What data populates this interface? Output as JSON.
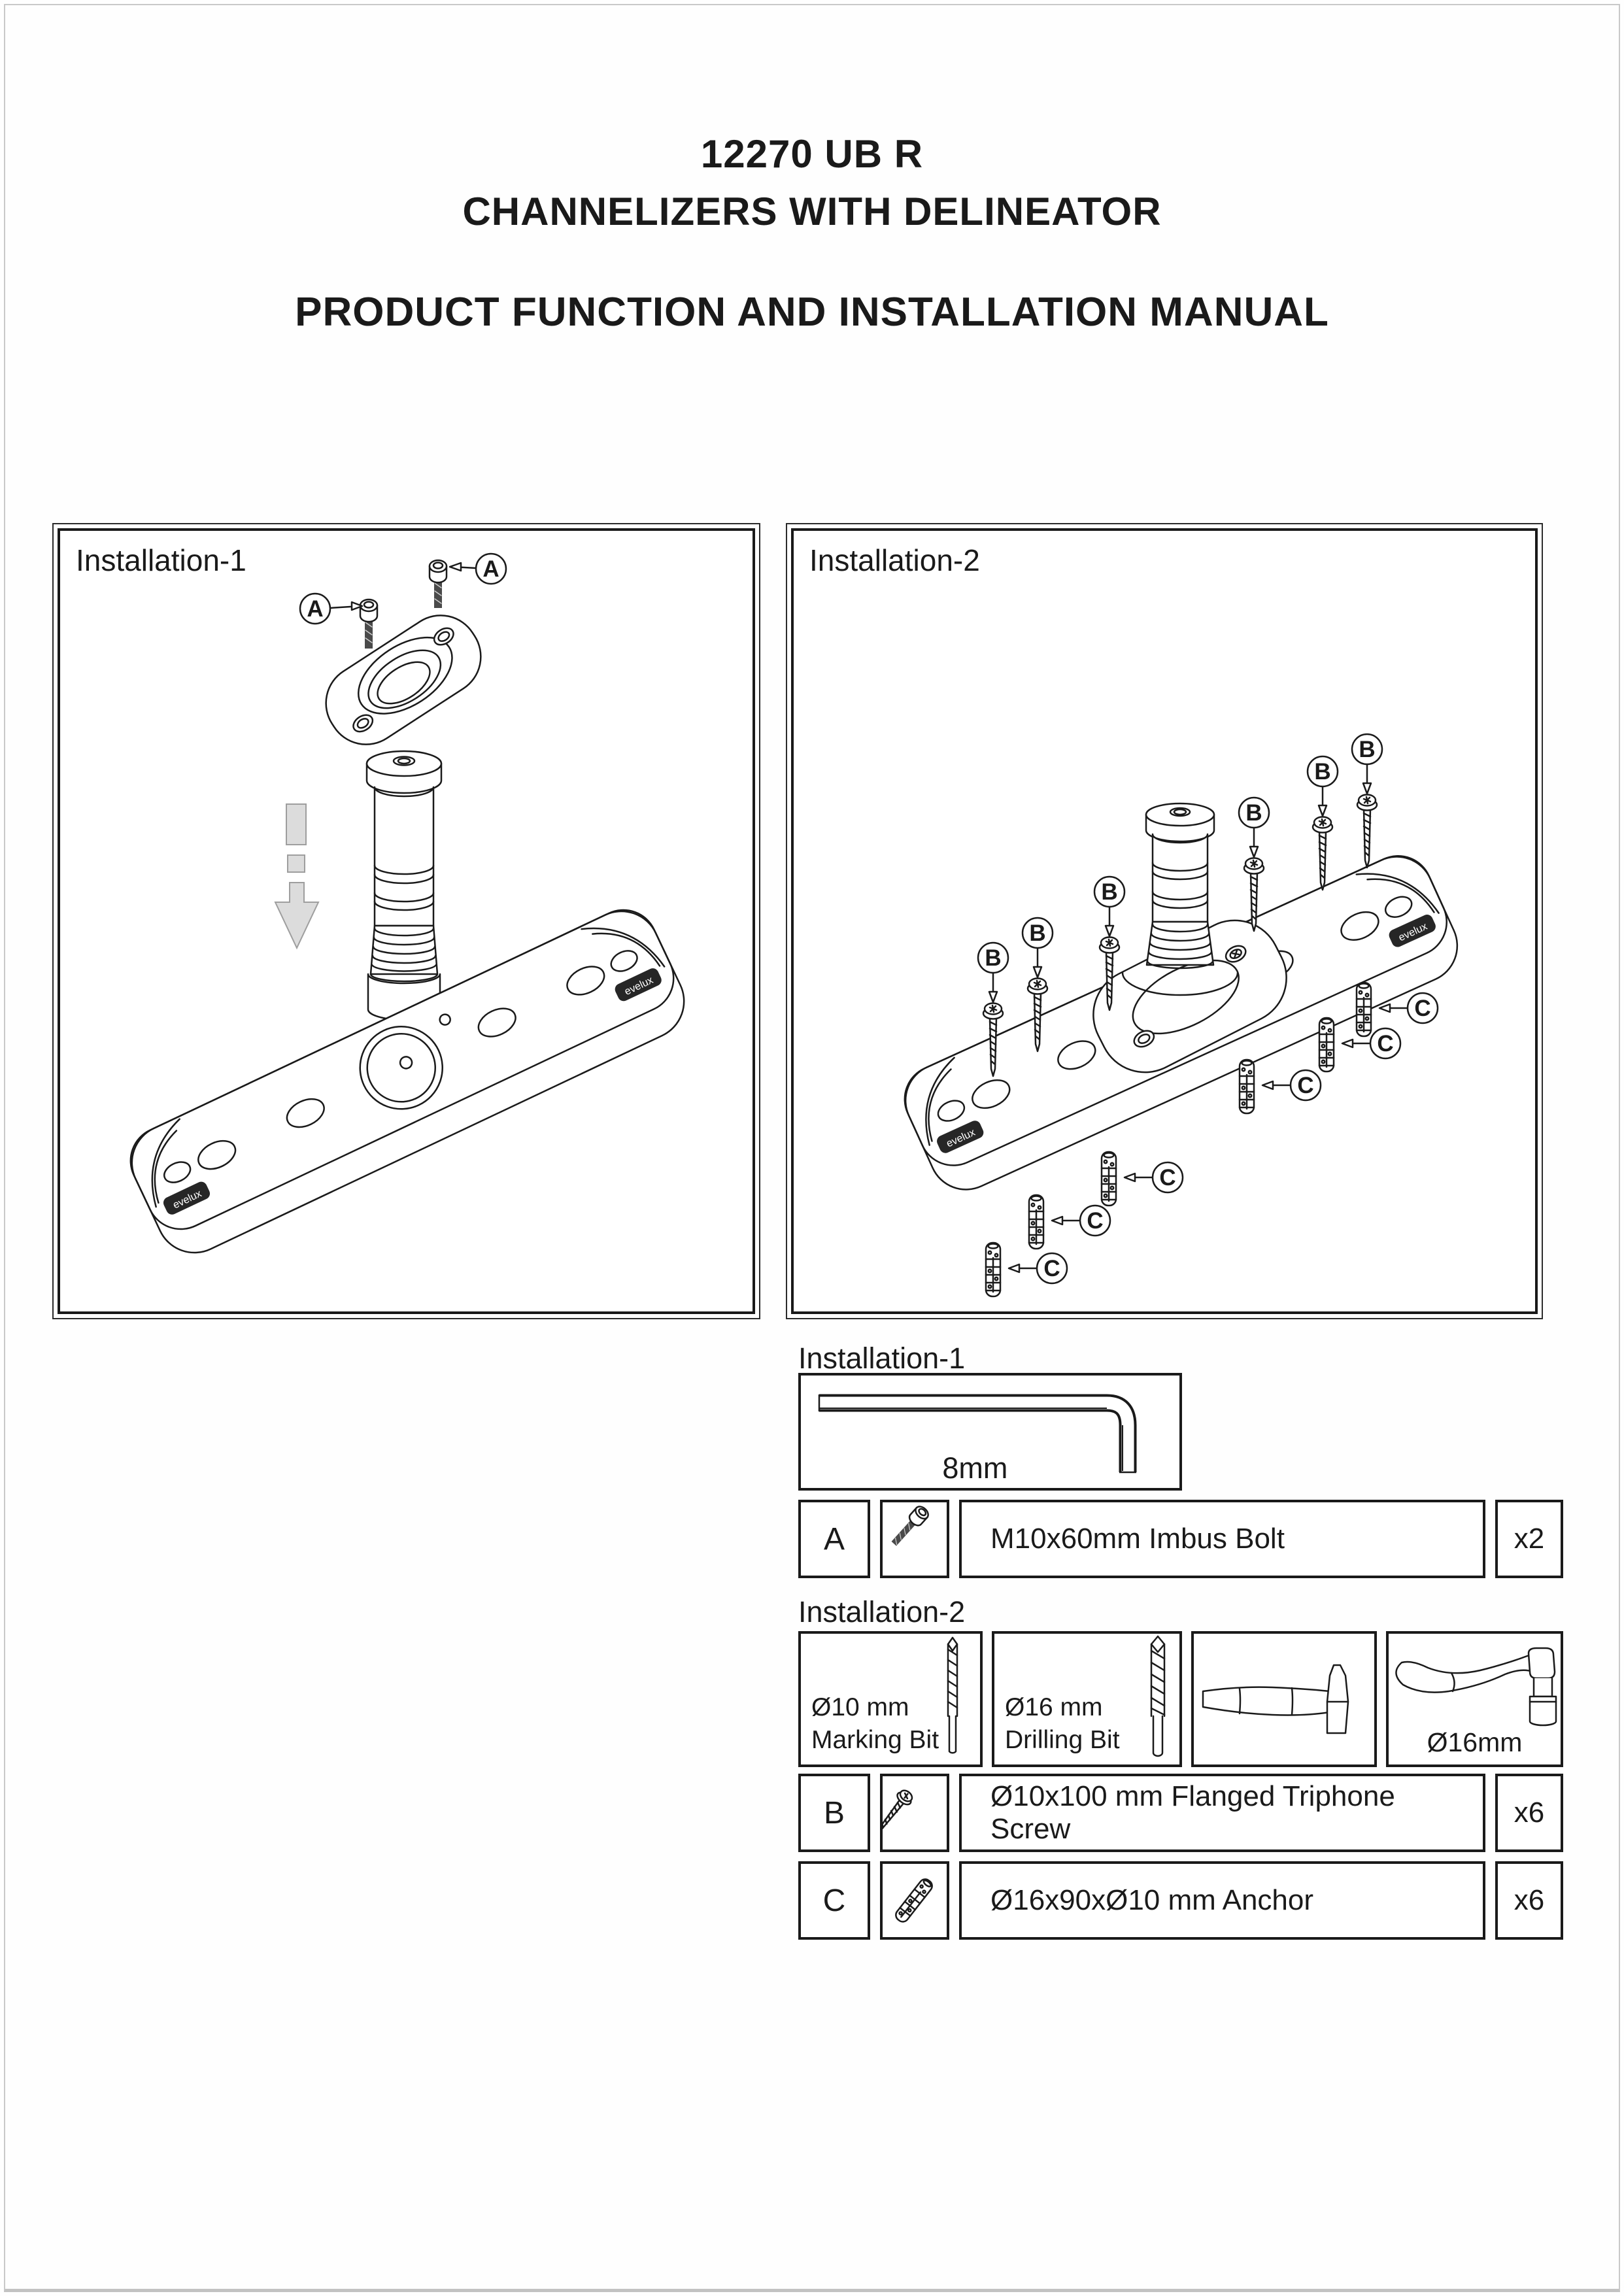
{
  "header": {
    "title_line1": "12270 UB R",
    "title_line2": "CHANNELIZERS WITH DELINEATOR",
    "subtitle": "PRODUCT FUNCTION AND INSTALLATION MANUAL"
  },
  "colors": {
    "ink": "#1a1a1a",
    "page_border": "#c9c9c9",
    "arrow_fill": "#dcdcdc",
    "arrow_stroke": "#9e9e9e",
    "badge_bg": "#262626",
    "badge_text": "#ffffff"
  },
  "diagrams": {
    "installation1": {
      "label": "Installation-1",
      "callouts": [
        "A",
        "A"
      ],
      "brand": "evelux"
    },
    "installation2": {
      "label": "Installation-2",
      "callouts_b": [
        "B",
        "B",
        "B",
        "B",
        "B",
        "B"
      ],
      "callouts_c": [
        "C",
        "C",
        "C",
        "C",
        "C",
        "C"
      ],
      "brand": "evelux"
    }
  },
  "parts": {
    "installation1": {
      "heading": "Installation-1",
      "tool": {
        "icon": "allen-key",
        "size": "8mm"
      },
      "rows": [
        {
          "id": "A",
          "icon": "imbus-bolt",
          "description": "M10x60mm Imbus Bolt",
          "qty": "x2"
        }
      ]
    },
    "installation2": {
      "heading": "Installation-2",
      "tools": [
        {
          "icon": "marking-bit",
          "line1": "Ø10 mm",
          "line2": "Marking Bit"
        },
        {
          "icon": "drilling-bit",
          "line1": "Ø16 mm",
          "line2": "Drilling Bit"
        },
        {
          "icon": "hammer"
        },
        {
          "icon": "socket-wrench",
          "size": "Ø16mm"
        }
      ],
      "rows": [
        {
          "id": "B",
          "icon": "flanged-triphone-screw",
          "description": "Ø10x100 mm Flanged Triphone Screw",
          "qty": "x6"
        },
        {
          "id": "C",
          "icon": "anchor",
          "description": "Ø16x90xØ10 mm Anchor",
          "qty": "x6"
        }
      ]
    }
  }
}
